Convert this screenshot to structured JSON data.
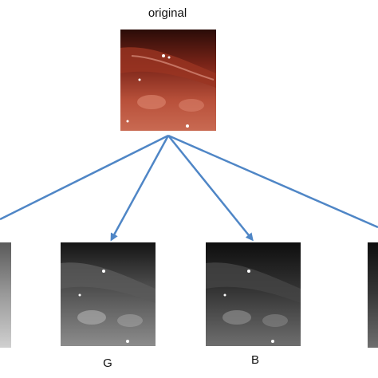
{
  "original_label": "original",
  "channel_labels": {
    "g": "G",
    "b": "B"
  },
  "colors": {
    "arrow": "#4f86c6",
    "original_tint": "#b4503c"
  },
  "images": [
    "original-endoscopy-image",
    "r-channel-image",
    "g-channel-image",
    "b-channel-image",
    "fourth-channel-image"
  ]
}
